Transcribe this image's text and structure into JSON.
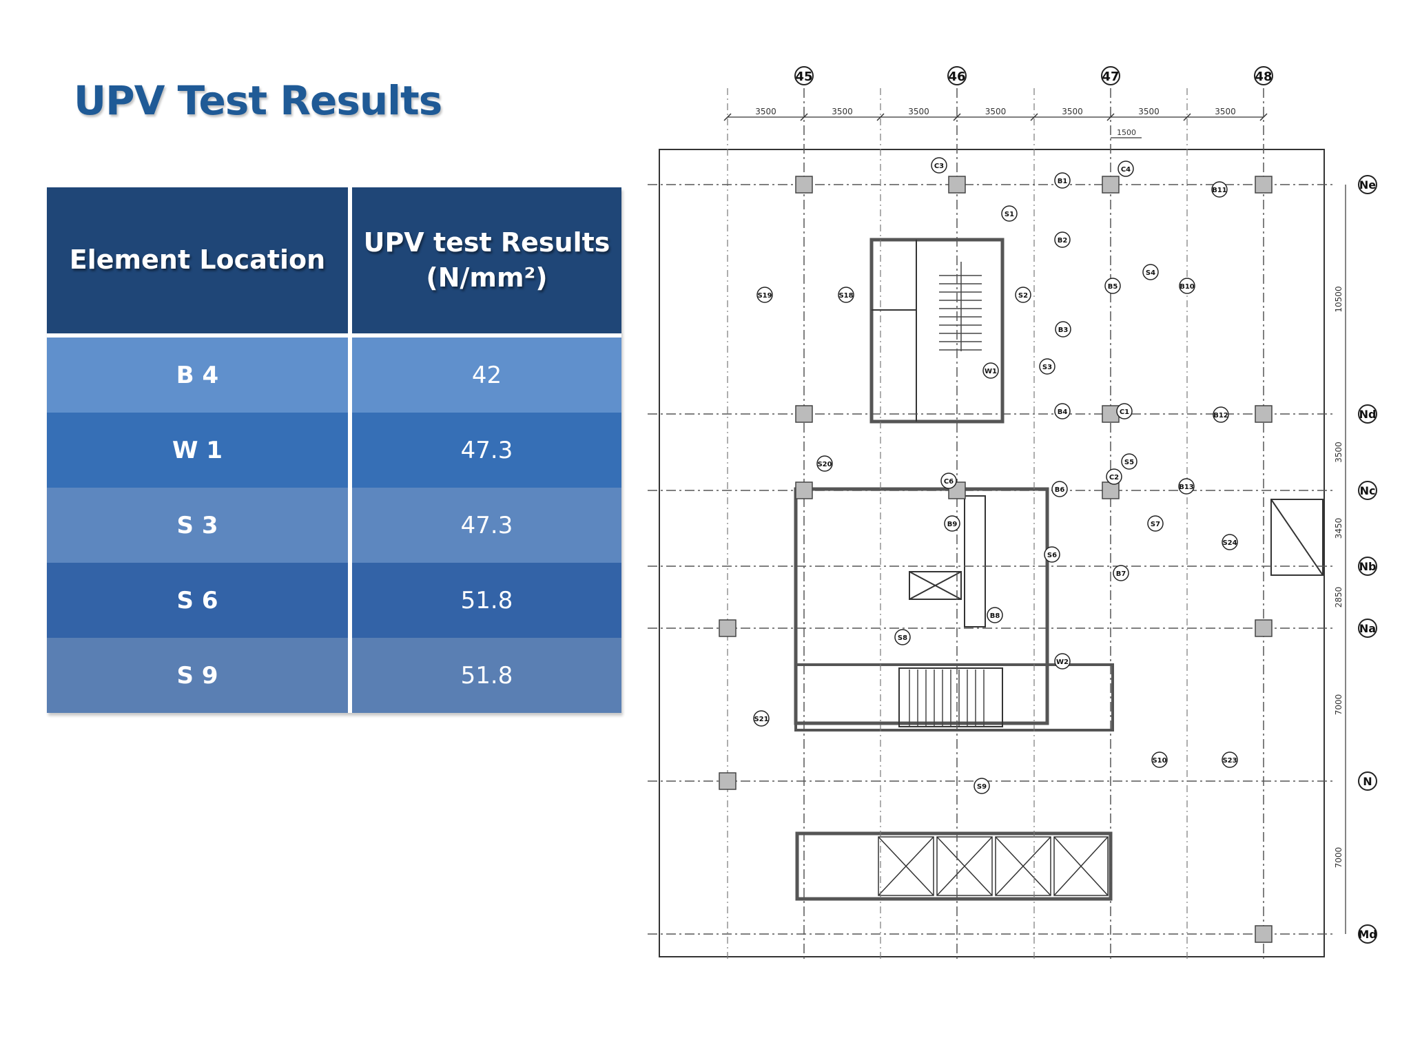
{
  "title": "UPV Test Results",
  "table": {
    "headers": [
      "Element Location",
      "UPV test Results",
      "(N/mm²)"
    ],
    "rows": [
      {
        "location": "B 4",
        "result": "42"
      },
      {
        "location": "W 1",
        "result": "47.3"
      },
      {
        "location": "S 3",
        "result": "47.3"
      },
      {
        "location": "S 6",
        "result": "51.8"
      },
      {
        "location": "S 9",
        "result": "51.8"
      }
    ]
  },
  "floor_plan": {
    "grid_columns": [
      "45",
      "46",
      "47",
      "48"
    ],
    "grid_rows": [
      "Ne",
      "Nd",
      "Nc",
      "Nb",
      "Na",
      "N",
      "Md"
    ],
    "top_dimensions": [
      "3500",
      "3500",
      "3500",
      "3500",
      "3500",
      "3500",
      "3500"
    ],
    "sub_dimension": "1500",
    "side_dimensions": [
      "10500",
      "3500",
      "3450",
      "2850",
      "7000",
      "7000"
    ],
    "element_tags": [
      "C3",
      "C4",
      "B1",
      "B11",
      "S1",
      "B2",
      "S19",
      "S18",
      "S2",
      "S4",
      "B5",
      "B10",
      "B3",
      "W1",
      "S3",
      "B4",
      "C1",
      "B12",
      "S20",
      "S5",
      "C6",
      "C2",
      "B6",
      "B13",
      "B9",
      "S7",
      "S24",
      "S6",
      "B7",
      "B8",
      "S8",
      "W2",
      "S21",
      "S10",
      "S23",
      "S9"
    ]
  }
}
